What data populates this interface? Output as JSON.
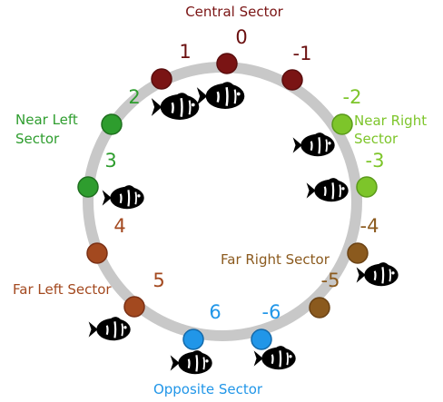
{
  "sectors": {
    "central": {
      "label": "Central Sector",
      "color": "#7a1414"
    },
    "near_left": {
      "label_line1": "Near Left",
      "label_line2": "Sector",
      "color": "#2e9d2e"
    },
    "near_right": {
      "label_line1": "Near Right",
      "label_line2": "Sector",
      "color": "#7dc52a"
    },
    "far_left": {
      "label": "Far Left Sector",
      "color": "#a3491f"
    },
    "far_right": {
      "label": "Far Right Sector",
      "color": "#8b5a1e"
    },
    "opposite": {
      "label": "Opposite Sector",
      "color": "#2196e8"
    }
  },
  "positions": [
    {
      "number": "0",
      "sector": "central",
      "dot_color": "#7a1414",
      "text_color": "#6b1010"
    },
    {
      "number": "1",
      "sector": "central",
      "dot_color": "#7a1414",
      "text_color": "#6b1010"
    },
    {
      "number": "-1",
      "sector": "central",
      "dot_color": "#7a1414",
      "text_color": "#6b1010"
    },
    {
      "number": "2",
      "sector": "near_left",
      "dot_color": "#2e9d2e",
      "text_color": "#2e9d2e"
    },
    {
      "number": "3",
      "sector": "near_left",
      "dot_color": "#2e9d2e",
      "text_color": "#2e9d2e"
    },
    {
      "number": "-2",
      "sector": "near_right",
      "dot_color": "#7dc52a",
      "text_color": "#7dc52a"
    },
    {
      "number": "-3",
      "sector": "near_right",
      "dot_color": "#7dc52a",
      "text_color": "#7dc52a"
    },
    {
      "number": "4",
      "sector": "far_left",
      "dot_color": "#a3491f",
      "text_color": "#a3491f"
    },
    {
      "number": "5",
      "sector": "far_left",
      "dot_color": "#a3491f",
      "text_color": "#a3491f"
    },
    {
      "number": "-4",
      "sector": "far_right",
      "dot_color": "#8b5a1e",
      "text_color": "#8b5a1e"
    },
    {
      "number": "-5",
      "sector": "far_right",
      "dot_color": "#8b5a1e",
      "text_color": "#8b5a1e"
    },
    {
      "number": "6",
      "sector": "opposite",
      "dot_color": "#2196e8",
      "text_color": "#2196e8"
    },
    {
      "number": "-6",
      "sector": "opposite",
      "dot_color": "#2196e8",
      "text_color": "#2196e8"
    }
  ],
  "ring_color": "#c8c8c8",
  "fish_icon": "clownfish-icon",
  "fish_color": "#000000"
}
